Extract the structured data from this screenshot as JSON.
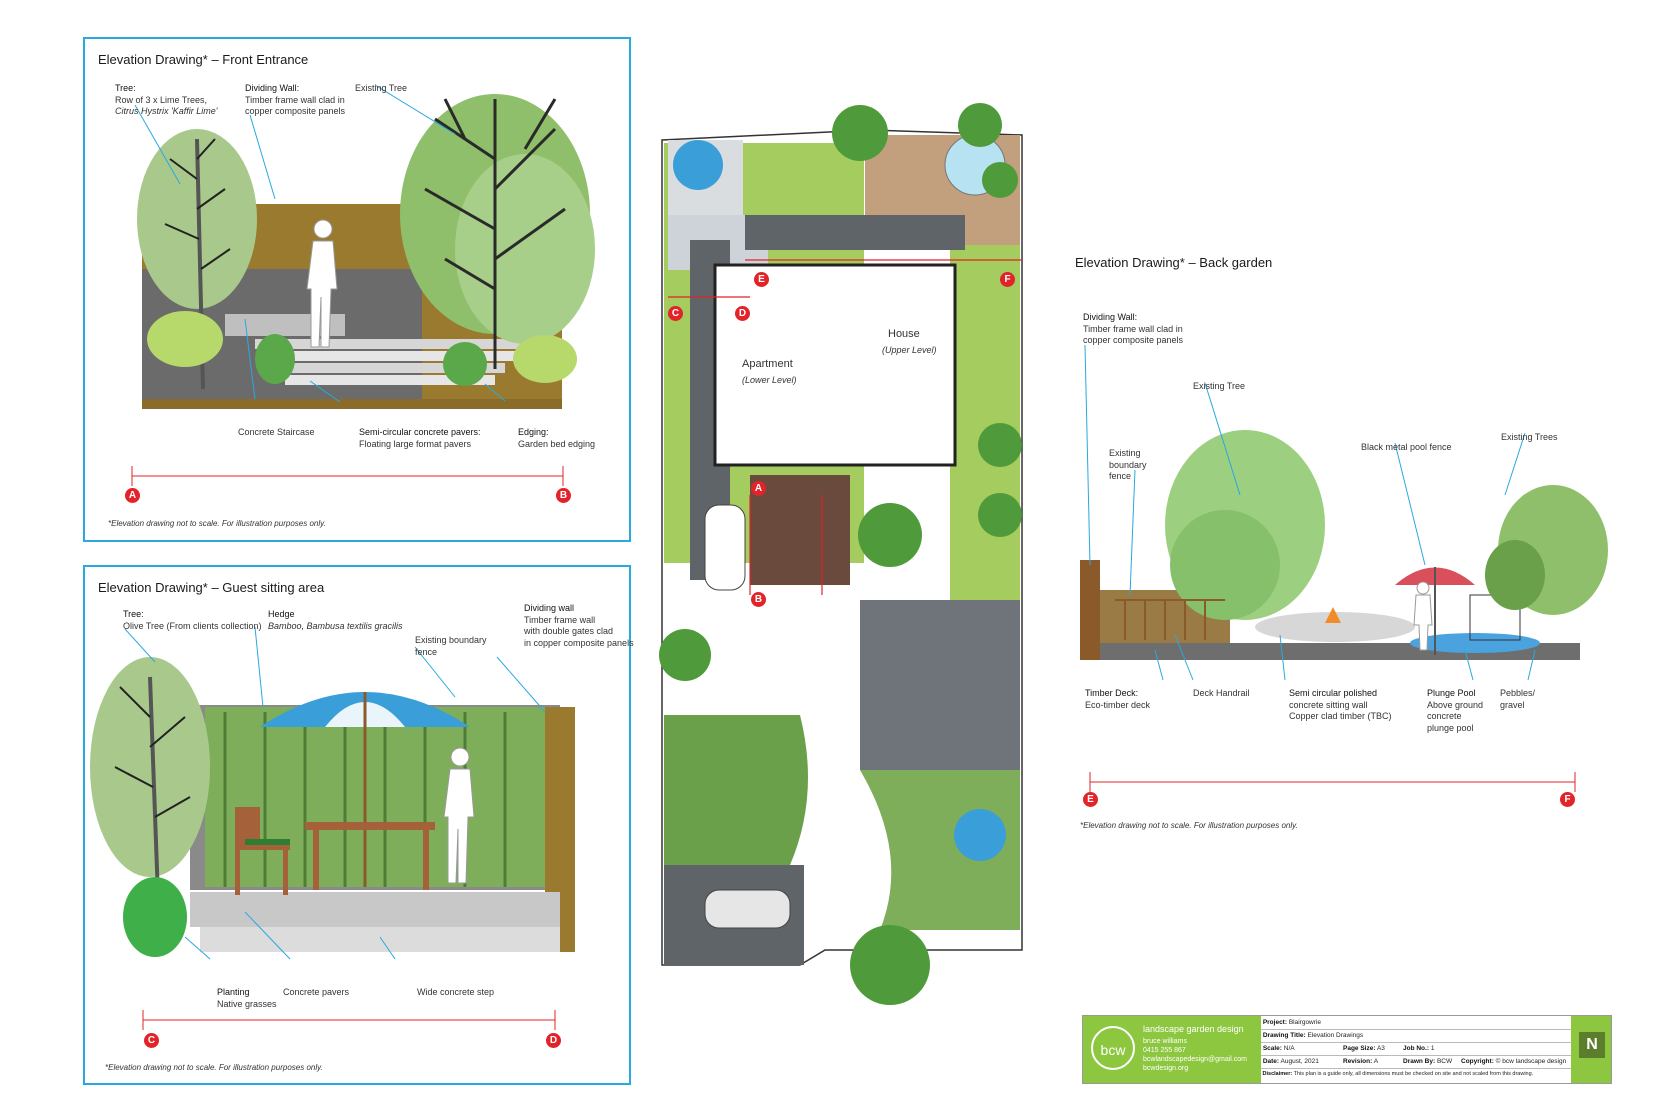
{
  "front": {
    "title": "Elevation Drawing* – Front Entrance",
    "tree_h": "Tree:",
    "tree_1": "Row of 3 x Lime Trees,",
    "tree_2": "Citrus Hystrix 'Kaffir Lime'",
    "wall_h": "Dividing Wall:",
    "wall_1": "Timber frame wall clad in",
    "wall_2": "copper composite panels",
    "existing_tree": "Existing Tree",
    "stair": "Concrete Staircase",
    "pavers_h": "Semi-circular concrete pavers:",
    "pavers_1": "Floating large format pavers",
    "edging_h": "Edging:",
    "edging_1": "Garden bed edging",
    "marker_a": "A",
    "marker_b": "B",
    "note": "*Elevation drawing not to scale. For illustration purposes only."
  },
  "guest": {
    "title": "Elevation Drawing* – Guest sitting area",
    "tree_h": "Tree:",
    "tree_1": "Olive Tree (From clients collection)",
    "hedge_h": "Hedge",
    "hedge_1": "Bamboo, Bambusa textilis gracilis",
    "fence_1": "Existing boundary",
    "fence_2": "fence",
    "wall_h": "Dividing wall",
    "wall_1": "Timber frame wall",
    "wall_2": "with double gates clad",
    "wall_3": "in copper composite panels",
    "planting_h": "Planting",
    "planting_1": "Native grasses",
    "pavers": "Concrete pavers",
    "step": "Wide concrete step",
    "marker_c": "C",
    "marker_d": "D",
    "note": "*Elevation drawing not to scale. For illustration purposes only."
  },
  "plan": {
    "house": "House",
    "house_sub": "(Upper Level)",
    "apt": "Apartment",
    "apt_sub": "(Lower Level)",
    "markers": [
      "A",
      "B",
      "C",
      "D",
      "E",
      "F"
    ]
  },
  "back": {
    "title": "Elevation Drawing* – Back garden",
    "wall_h": "Dividing Wall:",
    "wall_1": "Timber frame wall clad in",
    "wall_2": "copper composite panels",
    "existing_tree": "Existing Tree",
    "boundary_1": "Existing",
    "boundary_2": "boundary",
    "boundary_3": "fence",
    "pool_fence": "Black metal pool fence",
    "existing_trees": "Existing Trees",
    "deck_h": "Timber Deck:",
    "deck_1": "Eco-timber deck",
    "handrail": "Deck Handrail",
    "semi_h": "Semi circular polished",
    "semi_1": "concrete sitting wall",
    "semi_2": "Copper clad timber (TBC)",
    "plunge_h": "Plunge Pool",
    "plunge_1": "Above ground",
    "plunge_2": "concrete",
    "plunge_3": "plunge pool",
    "pebbles_1": "Pebbles/",
    "pebbles_2": "gravel",
    "marker_e": "E",
    "marker_f": "F",
    "note": "*Elevation drawing not to scale. For illustration purposes only."
  },
  "titleblock": {
    "logo": "bcw",
    "company": "landscape garden design",
    "person": "bruce williams",
    "phone": "0415 255 867",
    "email": "bcwlandscapedesign@gmail.com",
    "web": "bcwdesign.org",
    "project_k": "Project:",
    "project_v": "Blairgowrie",
    "drawing_k": "Drawing Title:",
    "drawing_v": "Elevation Drawings",
    "scale_k": "Scale:",
    "scale_v": "N/A",
    "page_k": "Page Size:",
    "page_v": "A3",
    "job_k": "Job No.:",
    "job_v": "1",
    "date_k": "Date:",
    "date_v": "August, 2021",
    "rev_k": "Revision:",
    "rev_v": "A",
    "drawn_k": "Drawn By:",
    "drawn_v": "BCW",
    "copy_k": "Copyright:",
    "copy_v": "© bcw landscape design",
    "disc_k": "Disclaimer:",
    "disc_v": "This plan is a guide only, all dimensions must be checked on site and not scaled from this drawing.",
    "north": "N"
  },
  "colors": {
    "panel_border": "#29a9e0",
    "marker": "#e2232a",
    "brand_green": "#8dc63f",
    "wall_brown": "#8b6a2b",
    "tree_green": "#9cc07a"
  }
}
